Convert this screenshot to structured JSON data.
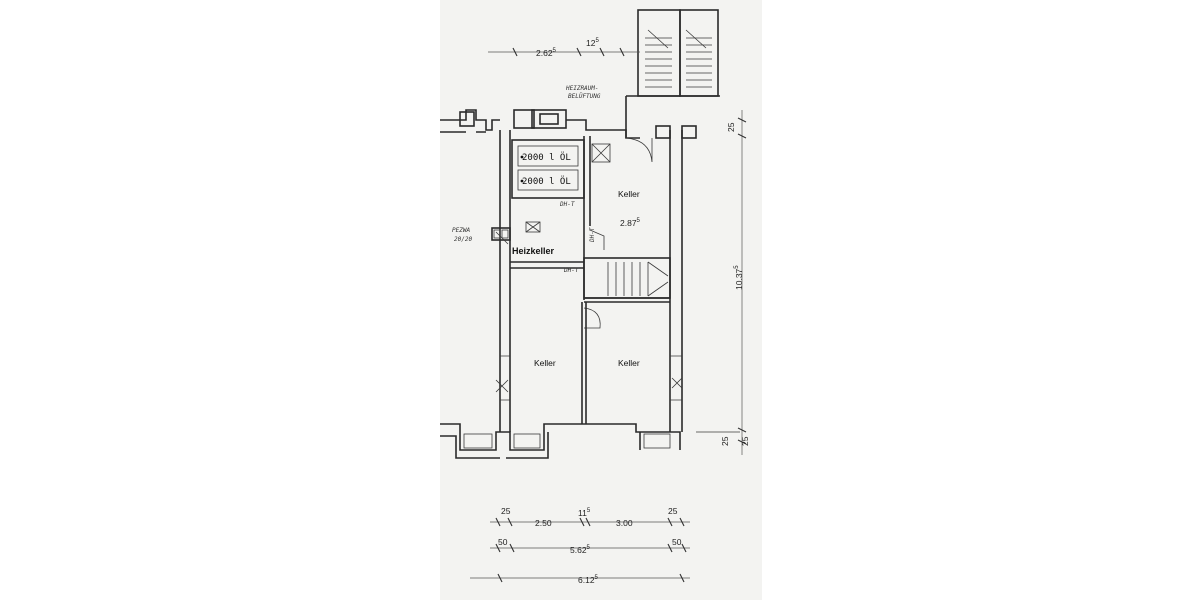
{
  "rooms": {
    "keller_upper": "Keller",
    "heizkeller": "Heizkeller",
    "keller_left": "Keller",
    "keller_right": "Keller"
  },
  "tanks": [
    {
      "label": "2000 l ÖL"
    },
    {
      "label": "2000 l ÖL"
    }
  ],
  "annotations": {
    "heizraum_line1": "HEIZRAUM-",
    "heizraum_line2": "BELÜFTUNG",
    "pezwa_line1": "PEZWA",
    "pezwa_line2": "20/20",
    "small_a": "DH-T",
    "small_b": "DH-T",
    "small_c": "DH-T"
  },
  "dimensions": {
    "top_width": {
      "main": "2.62",
      "sup": "5"
    },
    "top_small": {
      "main": "12",
      "sup": "5"
    },
    "keller_depth": {
      "main": "2.87",
      "sup": "5"
    },
    "total_height": {
      "main": "10.37",
      "sup": "5"
    },
    "right_top": "25",
    "right_bottom_a": "25",
    "right_bottom_b": "25",
    "row1_left": "25",
    "row1_a": "2.50",
    "row1_mid": {
      "main": "11",
      "sup": "5"
    },
    "row1_b": "3.00",
    "row1_right": "25",
    "row2_left": "50",
    "row2_mid": {
      "main": "5.62",
      "sup": "5"
    },
    "row2_right": "50",
    "row3_total": {
      "main": "6.12",
      "sup": "5"
    }
  }
}
